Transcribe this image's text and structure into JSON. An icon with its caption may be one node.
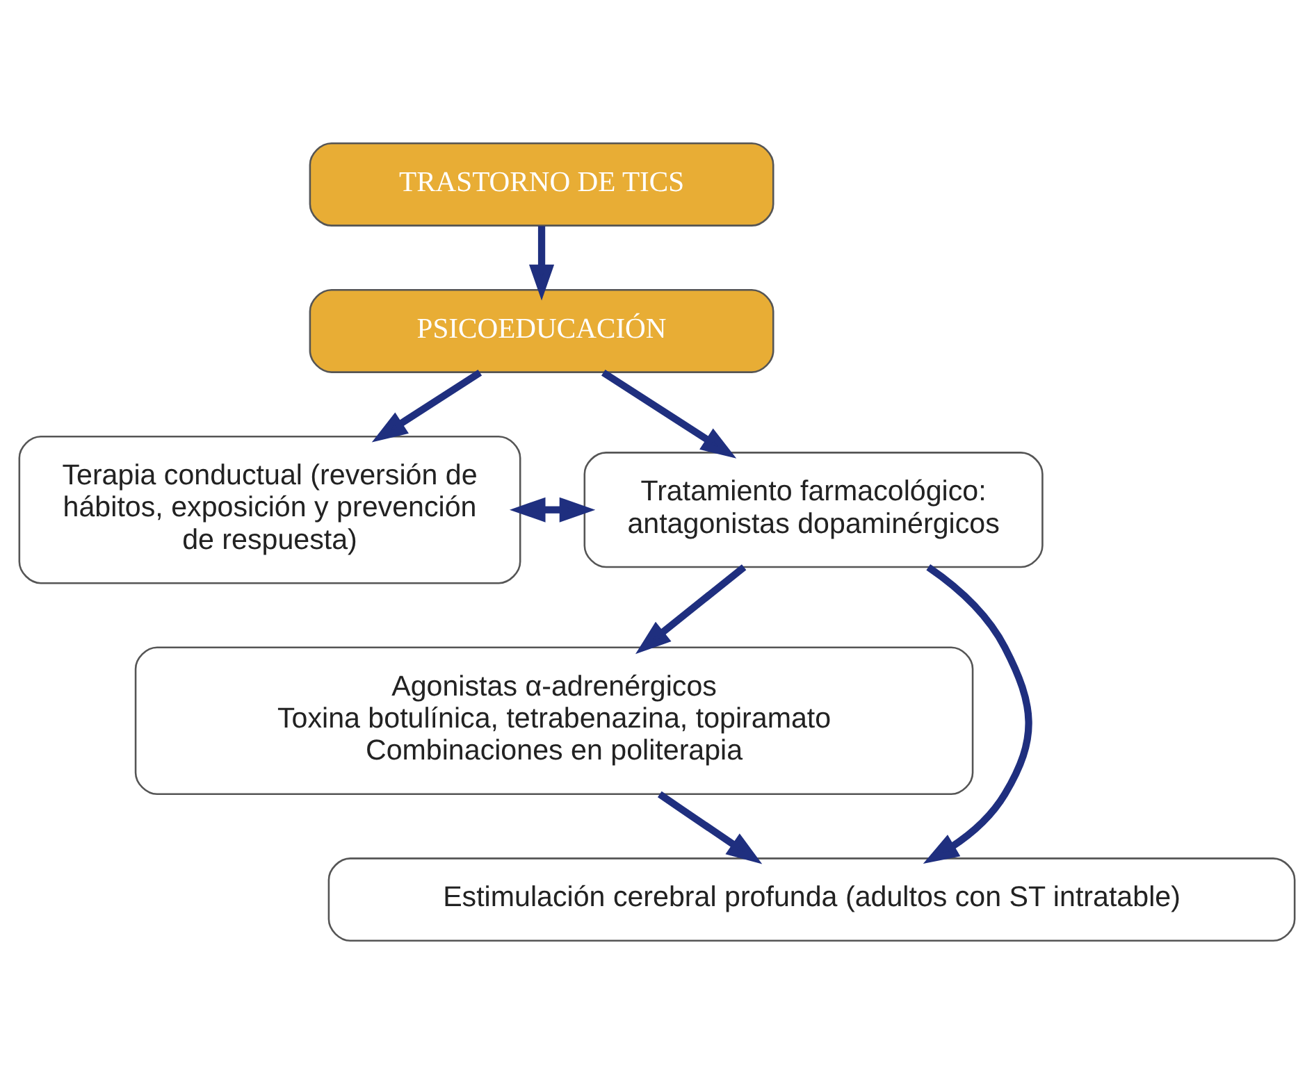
{
  "diagram": {
    "nodes": [
      {
        "text": [
          "TRASTORNO DE TICS"
        ]
      },
      {
        "text": [
          "PSICOEDUCACIÓN"
        ]
      },
      {
        "text": [
          "Terapia conductual (reversión de hábitos, exposición y prevención de respuesta)"
        ]
      },
      {
        "text": [
          "Tratamiento farmacológico: antagonistas dopaminérgicos"
        ]
      },
      {
        "text": [
          "Agonistas α-adrenérgicos",
          "Toxina botulínica, tetrabenazina, topiramato",
          "Combinaciones en politerapia"
        ]
      },
      {
        "text": [
          "Estimulación cerebral profunda (adultos con ST intratable)"
        ]
      }
    ],
    "edges": [
      {
        "from": 0,
        "to": 1,
        "arrow": "to"
      },
      {
        "from": 1,
        "to": 2,
        "arrow": "to"
      },
      {
        "from": 1,
        "to": 3,
        "arrow": "to"
      },
      {
        "from": 2,
        "to": 3,
        "arrow": "both"
      },
      {
        "from": 3,
        "to": 4,
        "arrow": "to"
      },
      {
        "from": 4,
        "to": 5,
        "arrow": "to"
      },
      {
        "from": 3,
        "to": 5,
        "arrow": "to"
      }
    ]
  }
}
